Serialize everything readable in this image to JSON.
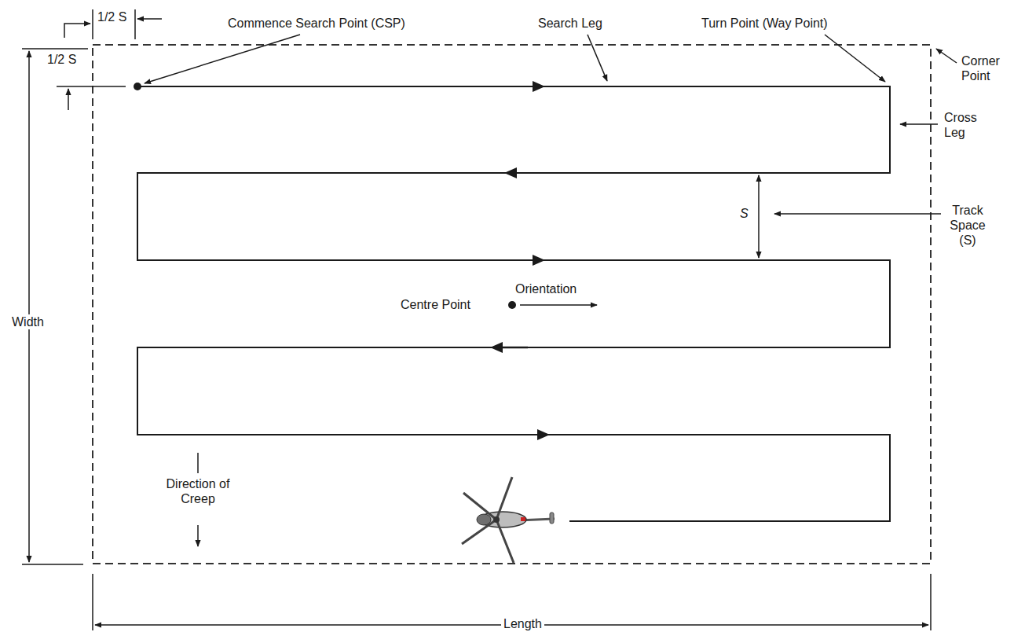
{
  "diagram": {
    "labels": [
      "1/2 S",
      "Commence Search Point (CSP)",
      "Search Leg",
      "Turn Point (Way Point)",
      "Corner Point",
      "1/2 S",
      "Cross Leg",
      "S",
      "Track Space (S)",
      "Orientation",
      "Centre Point",
      "Width",
      "Direction of Creep",
      "Length"
    ]
  }
}
